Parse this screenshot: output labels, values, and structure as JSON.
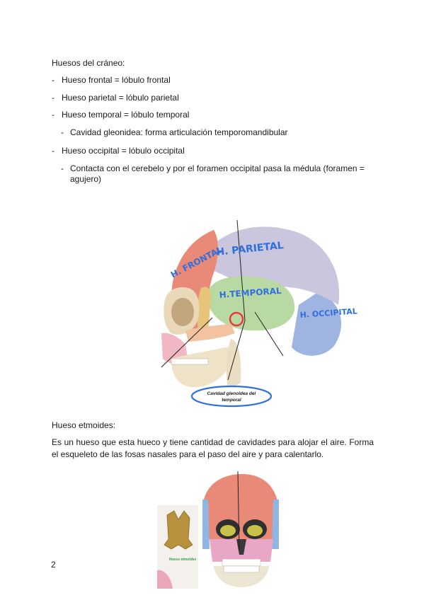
{
  "section1": {
    "heading": "Huesos del cráneo:",
    "bullets": [
      "Hueso frontal = lóbulo frontal",
      "Hueso parietal = lóbulo parietal",
      "Hueso temporal = lóbulo temporal",
      "Cavidad gleonidea: forma articulación temporomandibular",
      "Hueso occipital = lóbulo occipital",
      "Contacta con el cerebelo y por el foramen occipital pasa la médula (foramen = agujero)"
    ]
  },
  "figure1": {
    "labels": {
      "frontal": "H. FRONTAL",
      "parietal": "H. PARIETAL",
      "temporal": "H.TEMPORAL",
      "occipital": "H. OCCIPITAL"
    },
    "caption": "Cavidad glenoidea del temporal",
    "caption_line1": "Cavidad glenoidea del",
    "caption_line2": "temporal"
  },
  "section2": {
    "heading": "Hueso etmoides:",
    "paragraph": "Es un hueso que esta hueco y tiene cantidad de cavidades para alojar el aire. Forma el esqueleto de las fosas nasales para el paso del aire y para calentarlo."
  },
  "figure2": {
    "caption": "Hueso etmoides"
  },
  "page_number": "2",
  "colors": {
    "frontal": "#e98a79",
    "parietal": "#c9c6dd",
    "temporal": "#b9d9a3",
    "occipital": "#9fb4e0",
    "annotation": "#2f6fe0",
    "circle": "#e53b3b"
  }
}
